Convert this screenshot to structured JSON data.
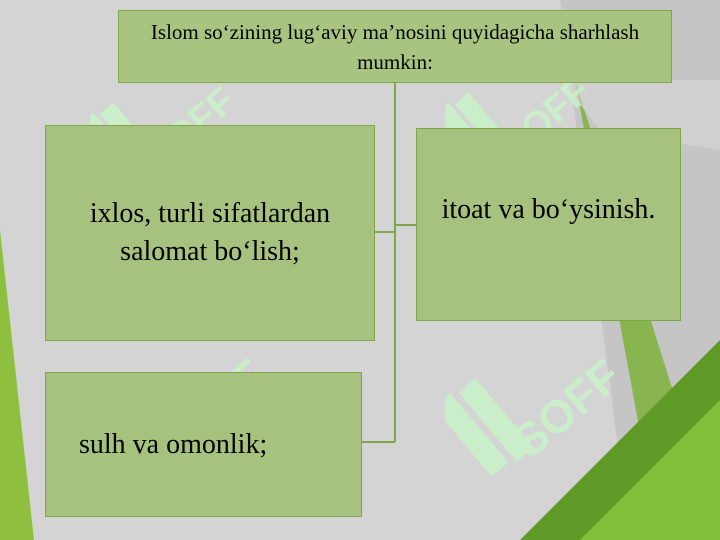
{
  "diagram": {
    "root_text": "Islom so‘zining lug‘aviy ma’nosini quyidagicha sharhlash mumkin:",
    "items": [
      {
        "text": "ixlos, turli sifatlardan salomat bo‘lish;"
      },
      {
        "text": "itoat va bo‘ysinish."
      },
      {
        "text": "sulh va omonlik;"
      }
    ]
  },
  "watermark": {
    "text": "SOFF"
  },
  "colors": {
    "box_fill": "#a6c27e",
    "box_border": "#7ea74a",
    "connector": "#7ea74a",
    "accent_green": "#6aa329",
    "watermark": "#c9f0c9"
  }
}
